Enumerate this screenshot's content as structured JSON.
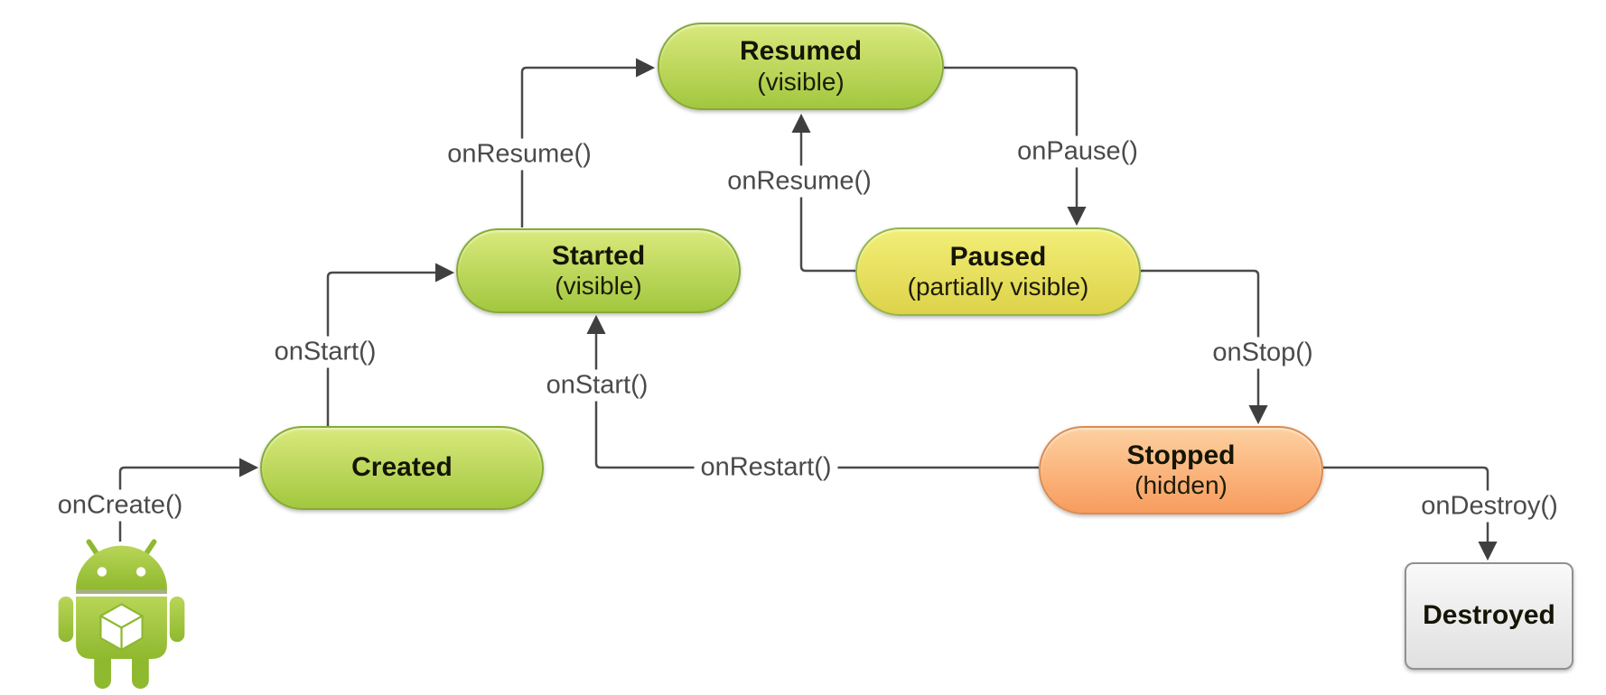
{
  "nodes": [
    {
      "id": "resumed",
      "title": "Resumed",
      "subtitle": "(visible)",
      "variant": "green"
    },
    {
      "id": "started",
      "title": "Started",
      "subtitle": "(visible)",
      "variant": "green"
    },
    {
      "id": "paused",
      "title": "Paused",
      "subtitle": "(partially visible)",
      "variant": "yellow"
    },
    {
      "id": "created",
      "title": "Created",
      "subtitle": "",
      "variant": "green"
    },
    {
      "id": "stopped",
      "title": "Stopped",
      "subtitle": "(hidden)",
      "variant": "orange"
    },
    {
      "id": "destroyed",
      "title": "Destroyed",
      "subtitle": "",
      "variant": "gray"
    }
  ],
  "edges": [
    {
      "from": "android-robot",
      "to": "created",
      "label": "onCreate()"
    },
    {
      "from": "created",
      "to": "started",
      "label": "onStart()"
    },
    {
      "from": "started",
      "to": "resumed",
      "label": "onResume()"
    },
    {
      "from": "paused",
      "to": "resumed",
      "label": "onResume()"
    },
    {
      "from": "resumed",
      "to": "paused",
      "label": "onPause()"
    },
    {
      "from": "paused",
      "to": "stopped",
      "label": "onStop()"
    },
    {
      "from": "stopped",
      "to": "started",
      "label": "onRestart()"
    },
    {
      "from": "stopped",
      "to": "started",
      "label": "onStart()"
    },
    {
      "from": "stopped",
      "to": "destroyed",
      "label": "onDestroy()"
    }
  ],
  "icons": {
    "start_marker": "android-robot-icon"
  },
  "colors": {
    "green_node": "#a6c93f",
    "yellow_node": "#e8df55",
    "orange_node": "#f9a869",
    "gray_node": "#ececec",
    "wire": "#4a4a4a",
    "label_text": "#4a4a4a",
    "android_green": "#9ec43d"
  }
}
